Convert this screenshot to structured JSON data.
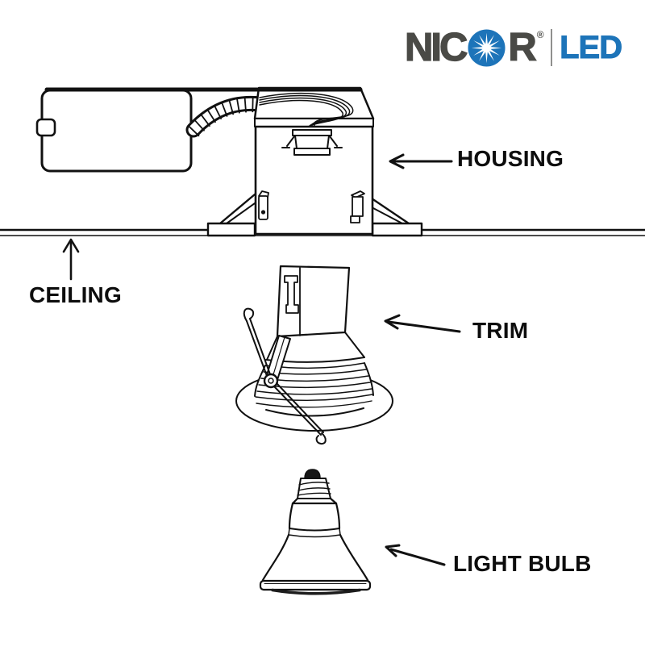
{
  "logo": {
    "brand_prefix": "NIC",
    "brand_suffix": "R",
    "registered_mark": "®",
    "product_line": "LED",
    "mark_icon": "starburst-in-circle",
    "colors": {
      "letters_gray": "#4a4a46",
      "accent_blue": "#1d74b9",
      "divider_gray": "#90908e"
    }
  },
  "callouts": {
    "housing": "HOUSING",
    "ceiling": "CEILING",
    "trim": "TRIM",
    "light_bulb": "LIGHT BULB"
  },
  "artwork": {
    "line_color": "#111111",
    "background": "#ffffff"
  }
}
